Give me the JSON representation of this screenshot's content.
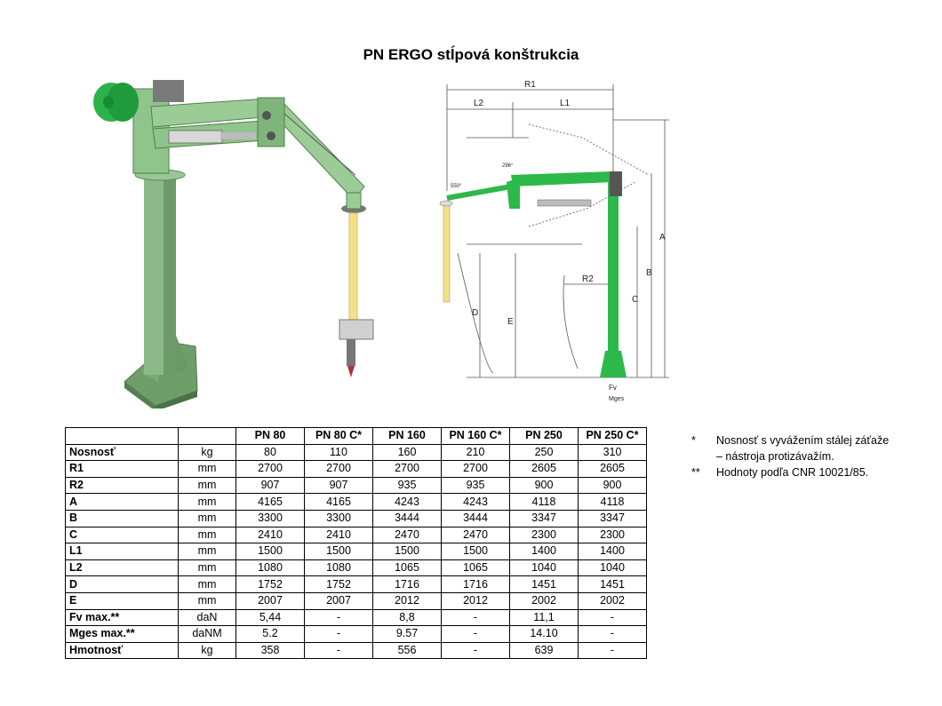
{
  "title": "PN ERGO stĺpová konštrukcia",
  "drawing_labels": {
    "r1": "R1",
    "l2": "L2",
    "l1": "L1",
    "r2": "R2",
    "a": "A",
    "b": "B",
    "c": "C",
    "d": "D",
    "e": "E",
    "angle1": "550°",
    "angle2": "296°",
    "fv": "Fv",
    "mges": "Mges"
  },
  "table": {
    "headers": [
      "",
      "",
      "PN 80",
      "PN 80 C*",
      "PN 160",
      "PN 160 C*",
      "PN 250",
      "PN 250 C*"
    ],
    "rows": [
      {
        "param": "Nosnosť",
        "unit": "kg",
        "values": [
          "80",
          "110",
          "160",
          "210",
          "250",
          "310"
        ]
      },
      {
        "param": "R1",
        "unit": "mm",
        "values": [
          "2700",
          "2700",
          "2700",
          "2700",
          "2605",
          "2605"
        ]
      },
      {
        "param": "R2",
        "unit": "mm",
        "values": [
          "907",
          "907",
          "935",
          "935",
          "900",
          "900"
        ]
      },
      {
        "param": "A",
        "unit": "mm",
        "values": [
          "4165",
          "4165",
          "4243",
          "4243",
          "4118",
          "4118"
        ]
      },
      {
        "param": "B",
        "unit": "mm",
        "values": [
          "3300",
          "3300",
          "3444",
          "3444",
          "3347",
          "3347"
        ]
      },
      {
        "param": "C",
        "unit": "mm",
        "values": [
          "2410",
          "2410",
          "2470",
          "2470",
          "2300",
          "2300"
        ]
      },
      {
        "param": "L1",
        "unit": "mm",
        "values": [
          "1500",
          "1500",
          "1500",
          "1500",
          "1400",
          "1400"
        ]
      },
      {
        "param": "L2",
        "unit": "mm",
        "values": [
          "1080",
          "1080",
          "1065",
          "1065",
          "1040",
          "1040"
        ]
      },
      {
        "param": "D",
        "unit": "mm",
        "values": [
          "1752",
          "1752",
          "1716",
          "1716",
          "1451",
          "1451"
        ]
      },
      {
        "param": "E",
        "unit": "mm",
        "values": [
          "2007",
          "2007",
          "2012",
          "2012",
          "2002",
          "2002"
        ]
      },
      {
        "param": "Fv max.**",
        "unit": "daN",
        "values": [
          "5,44",
          "-",
          "8,8",
          "-",
          "11,1",
          "-"
        ]
      },
      {
        "param": "Mges max.**",
        "unit": "daNM",
        "values": [
          "5.2",
          "-",
          "9.57",
          "-",
          "14.10",
          "-"
        ]
      },
      {
        "param": "Hmotnosť",
        "unit": "kg",
        "values": [
          "358",
          "-",
          "556",
          "-",
          "639",
          "-"
        ]
      }
    ]
  },
  "notes": [
    {
      "mark": "*",
      "text": "Nosnosť s vyvážením stálej záťaže – nástroja protizávažím."
    },
    {
      "mark": "**",
      "text": "Hodnoty podľa CNR 10021/85."
    }
  ],
  "colors": {
    "machine_green": "#8fc48a",
    "drawing_green": "#2db84a",
    "column_green": "#7fae7a",
    "tool_yellow": "#f3e08a"
  }
}
